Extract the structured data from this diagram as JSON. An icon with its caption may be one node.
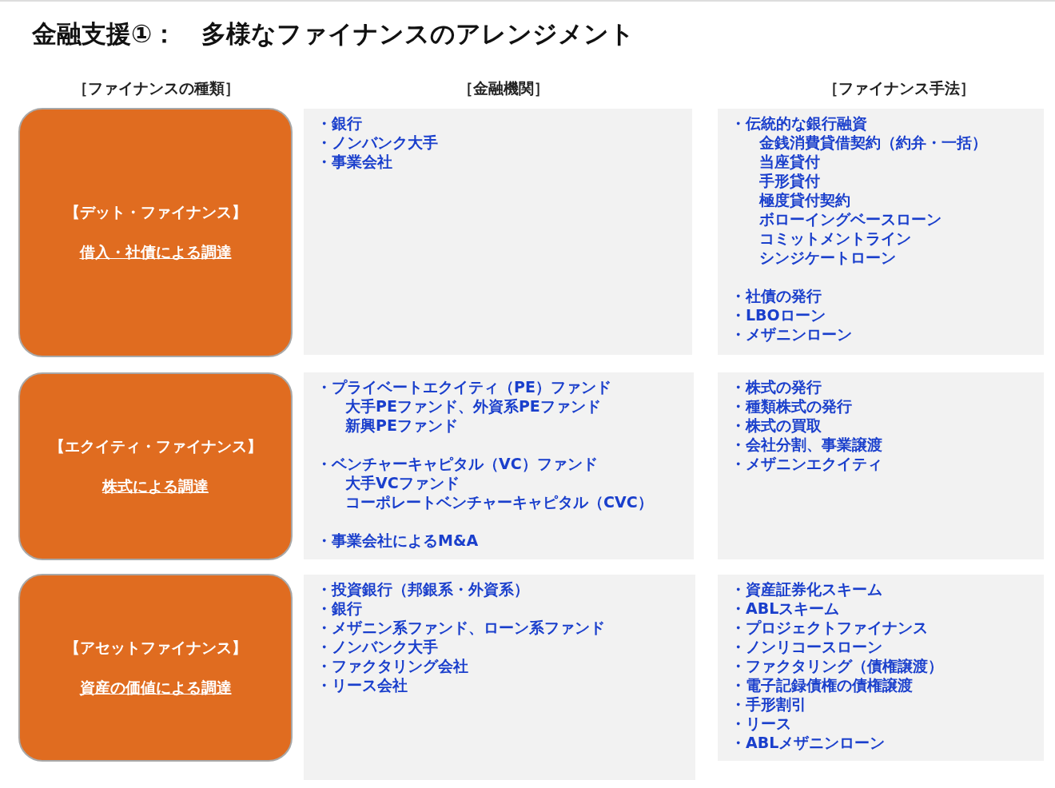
{
  "diagram": {
    "title": "金融支援①：　多様なファイナンスのアレンジメント",
    "nodes": [
      {
        "text": [
          "【デット・ファイナンス】",
          "借入・社債による調達"
        ]
      },
      {
        "text": [
          "・銀行",
          "・ノンバンク大手",
          "・事業会社"
        ]
      },
      {
        "text": [
          "・伝統的な銀行融資",
          "金銭消費貸借契約（約弁・一括）",
          "当座貸付",
          "手形貸付",
          "極度貸付契約",
          "ボローイングベースローン",
          "コミットメントライン",
          "シンジケートローン",
          "・社債の発行",
          "・LBOローン",
          "・メザニンローン"
        ]
      },
      {
        "text": [
          "【エクイティ・ファイナンス】",
          "株式による調達"
        ]
      },
      {
        "text": [
          "・プライベートエクイティ（PE）ファンド",
          "大手PEファンド、外資系PEファンド",
          "新興PEファンド",
          "・ベンチャーキャピタル（VC）ファンド",
          "大手VCファンド",
          "コーポレートベンチャーキャピタル（CVC）",
          "・事業会社によるM&A"
        ]
      },
      {
        "text": [
          "・株式の発行",
          "・種類株式の発行",
          "・株式の買取",
          "・会社分割、事業譲渡",
          "・メザニンエクイティ"
        ]
      },
      {
        "text": [
          "【アセットファイナンス】",
          "資産の価値による調達"
        ]
      },
      {
        "text": [
          "・投資銀行（邦銀系・外資系）",
          "・銀行",
          "・メザニン系ファンド、ローン系ファンド",
          "・ノンバンク大手",
          "・ファクタリング会社",
          "・リース会社"
        ]
      },
      {
        "text": [
          "・資産証券化スキーム",
          "・ABLスキーム",
          "・プロジェクトファイナンス",
          "・ノンリコースローン",
          "・ファクタリング（債権譲渡）",
          "・電子記録債権の債権譲渡",
          "・手形割引",
          "・リース",
          "・ABLメザニンローン"
        ]
      }
    ],
    "labels": [
      "［ファイナンスの種類］",
      "［金融機関］",
      "［ファイナンス手法］"
    ]
  }
}
